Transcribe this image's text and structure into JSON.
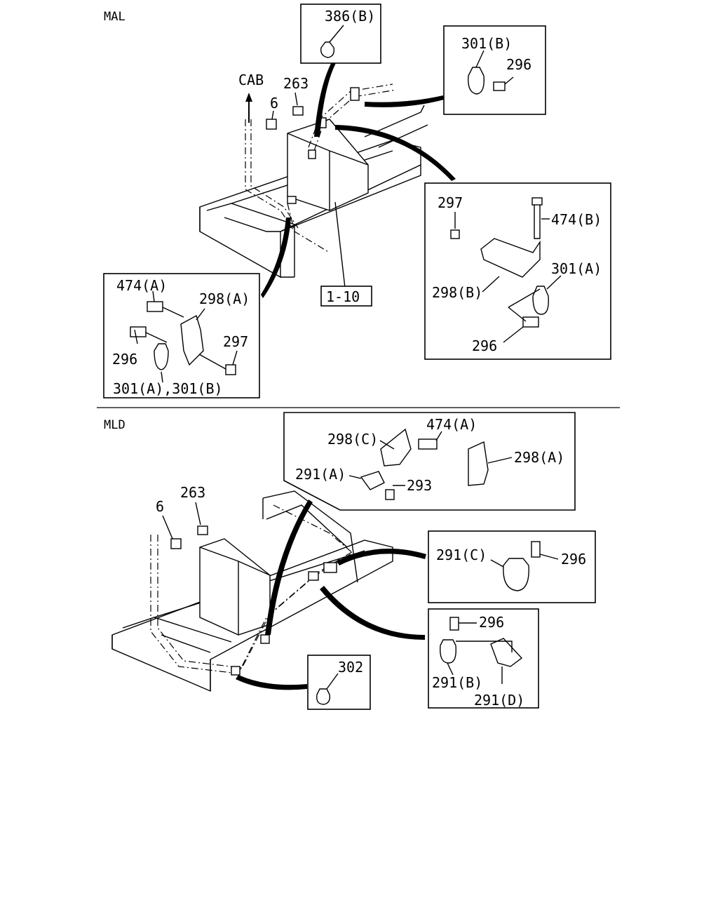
{
  "sections": {
    "top_label": "MAL",
    "bottom_label": "MLD"
  },
  "mal": {
    "direction_label": "CAB",
    "callouts": {
      "c386b": "386(B)",
      "c263": "263",
      "c6": "6",
      "c301b": "301(B)",
      "c296_top": "296",
      "c297_right": "297",
      "c474b": "474(B)",
      "c301a_right": "301(A)",
      "c298b": "298(B)",
      "c296_right": "296",
      "c474a": "474(A)",
      "c298a": "298(A)",
      "c297_left": "297",
      "c296_left": "296",
      "c301ab": "301(A),301(B)"
    },
    "reference_box": "1-10"
  },
  "mld": {
    "callouts": {
      "c263": "263",
      "c6": "6",
      "c298c": "298(C)",
      "c474a": "474(A)",
      "c298a": "298(A)",
      "c291a": "291(A)",
      "c293": "293",
      "c291c": "291(C)",
      "c296_c": "296",
      "c296_bd": "296",
      "c291b": "291(B)",
      "c291d": "291(D)",
      "c302": "302"
    }
  }
}
